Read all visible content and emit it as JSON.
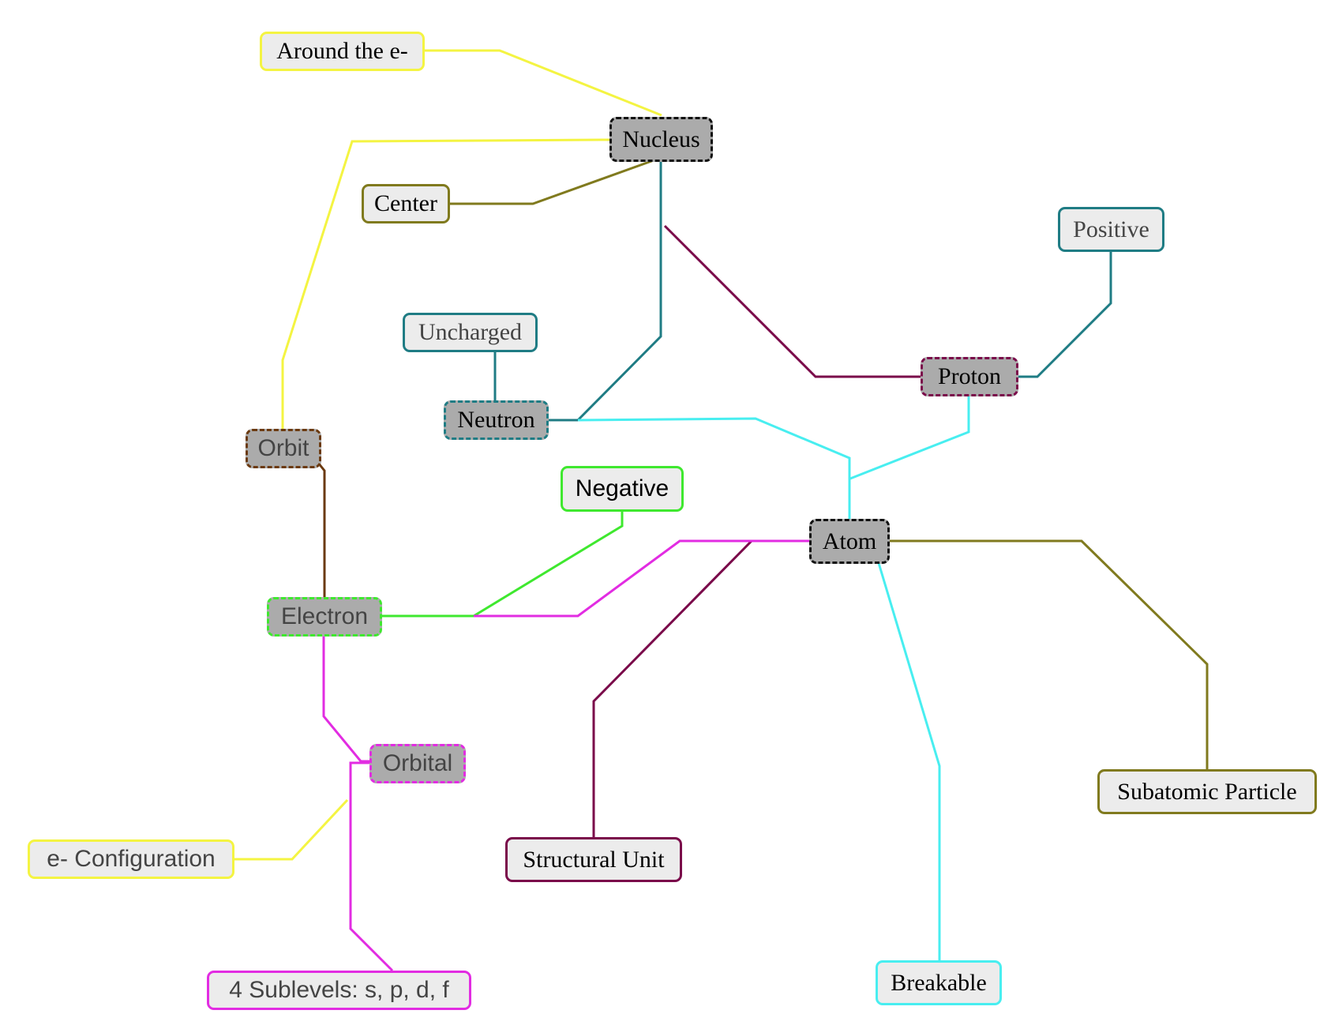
{
  "colors": {
    "black": "#111111",
    "yellow": "#f4f442",
    "olive": "#807a1e",
    "teal": "#1f7c84",
    "maroon": "#7a0a4a",
    "cyan": "#48eef0",
    "green": "#3fe82f",
    "magenta": "#e22ce2",
    "brown": "#6b3a10"
  },
  "nodes": {
    "nucleus": {
      "label": "Nucleus"
    },
    "around": {
      "label": "Around the e-"
    },
    "center": {
      "label": "Center"
    },
    "positive": {
      "label": "Positive"
    },
    "uncharged": {
      "label": "Uncharged"
    },
    "proton": {
      "label": "Proton"
    },
    "neutron": {
      "label": "Neutron"
    },
    "orbit": {
      "label": "Orbit"
    },
    "negative": {
      "label": "Negative"
    },
    "atom": {
      "label": "Atom"
    },
    "electron": {
      "label": "Electron"
    },
    "orbital": {
      "label": "Orbital"
    },
    "subatomic": {
      "label": "Subatomic Particle"
    },
    "econfig": {
      "label": "e- Configuration"
    },
    "structural": {
      "label": "Structural Unit"
    },
    "breakable": {
      "label": "Breakable"
    },
    "sublevels": {
      "label": "4 Sublevels: s, p, d, f"
    }
  }
}
